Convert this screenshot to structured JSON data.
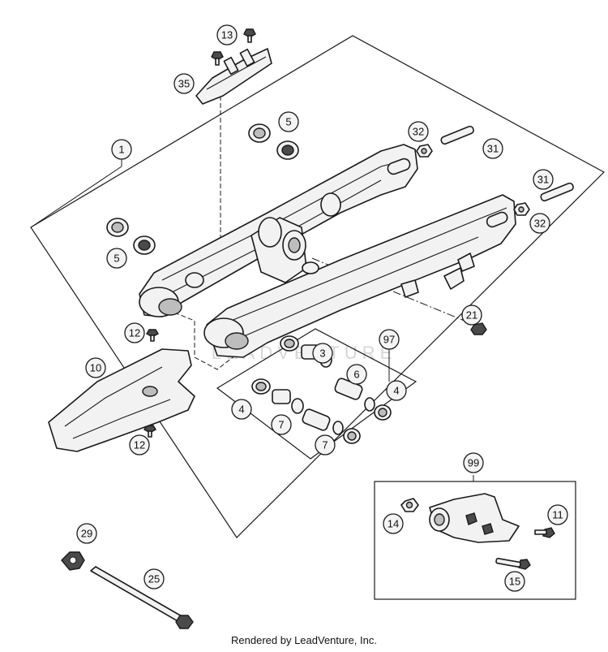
{
  "callouts": {
    "c13": "13",
    "c35": "35",
    "c5a": "5",
    "c1": "1",
    "c32a": "32",
    "c31a": "31",
    "c31b": "31",
    "c32b": "32",
    "c5b": "5",
    "c21": "21",
    "c12a": "12",
    "c10": "10",
    "c97": "97",
    "c3": "3",
    "c6": "6",
    "c4a": "4",
    "c4b": "4",
    "c7a": "7",
    "c7b": "7",
    "c12b": "12",
    "c99": "99",
    "c14": "14",
    "c11": "11",
    "c15": "15",
    "c29": "29",
    "c25": "25"
  },
  "watermark": "LEADVENTURE",
  "footer": "Rendered by LeadVenture, Inc."
}
